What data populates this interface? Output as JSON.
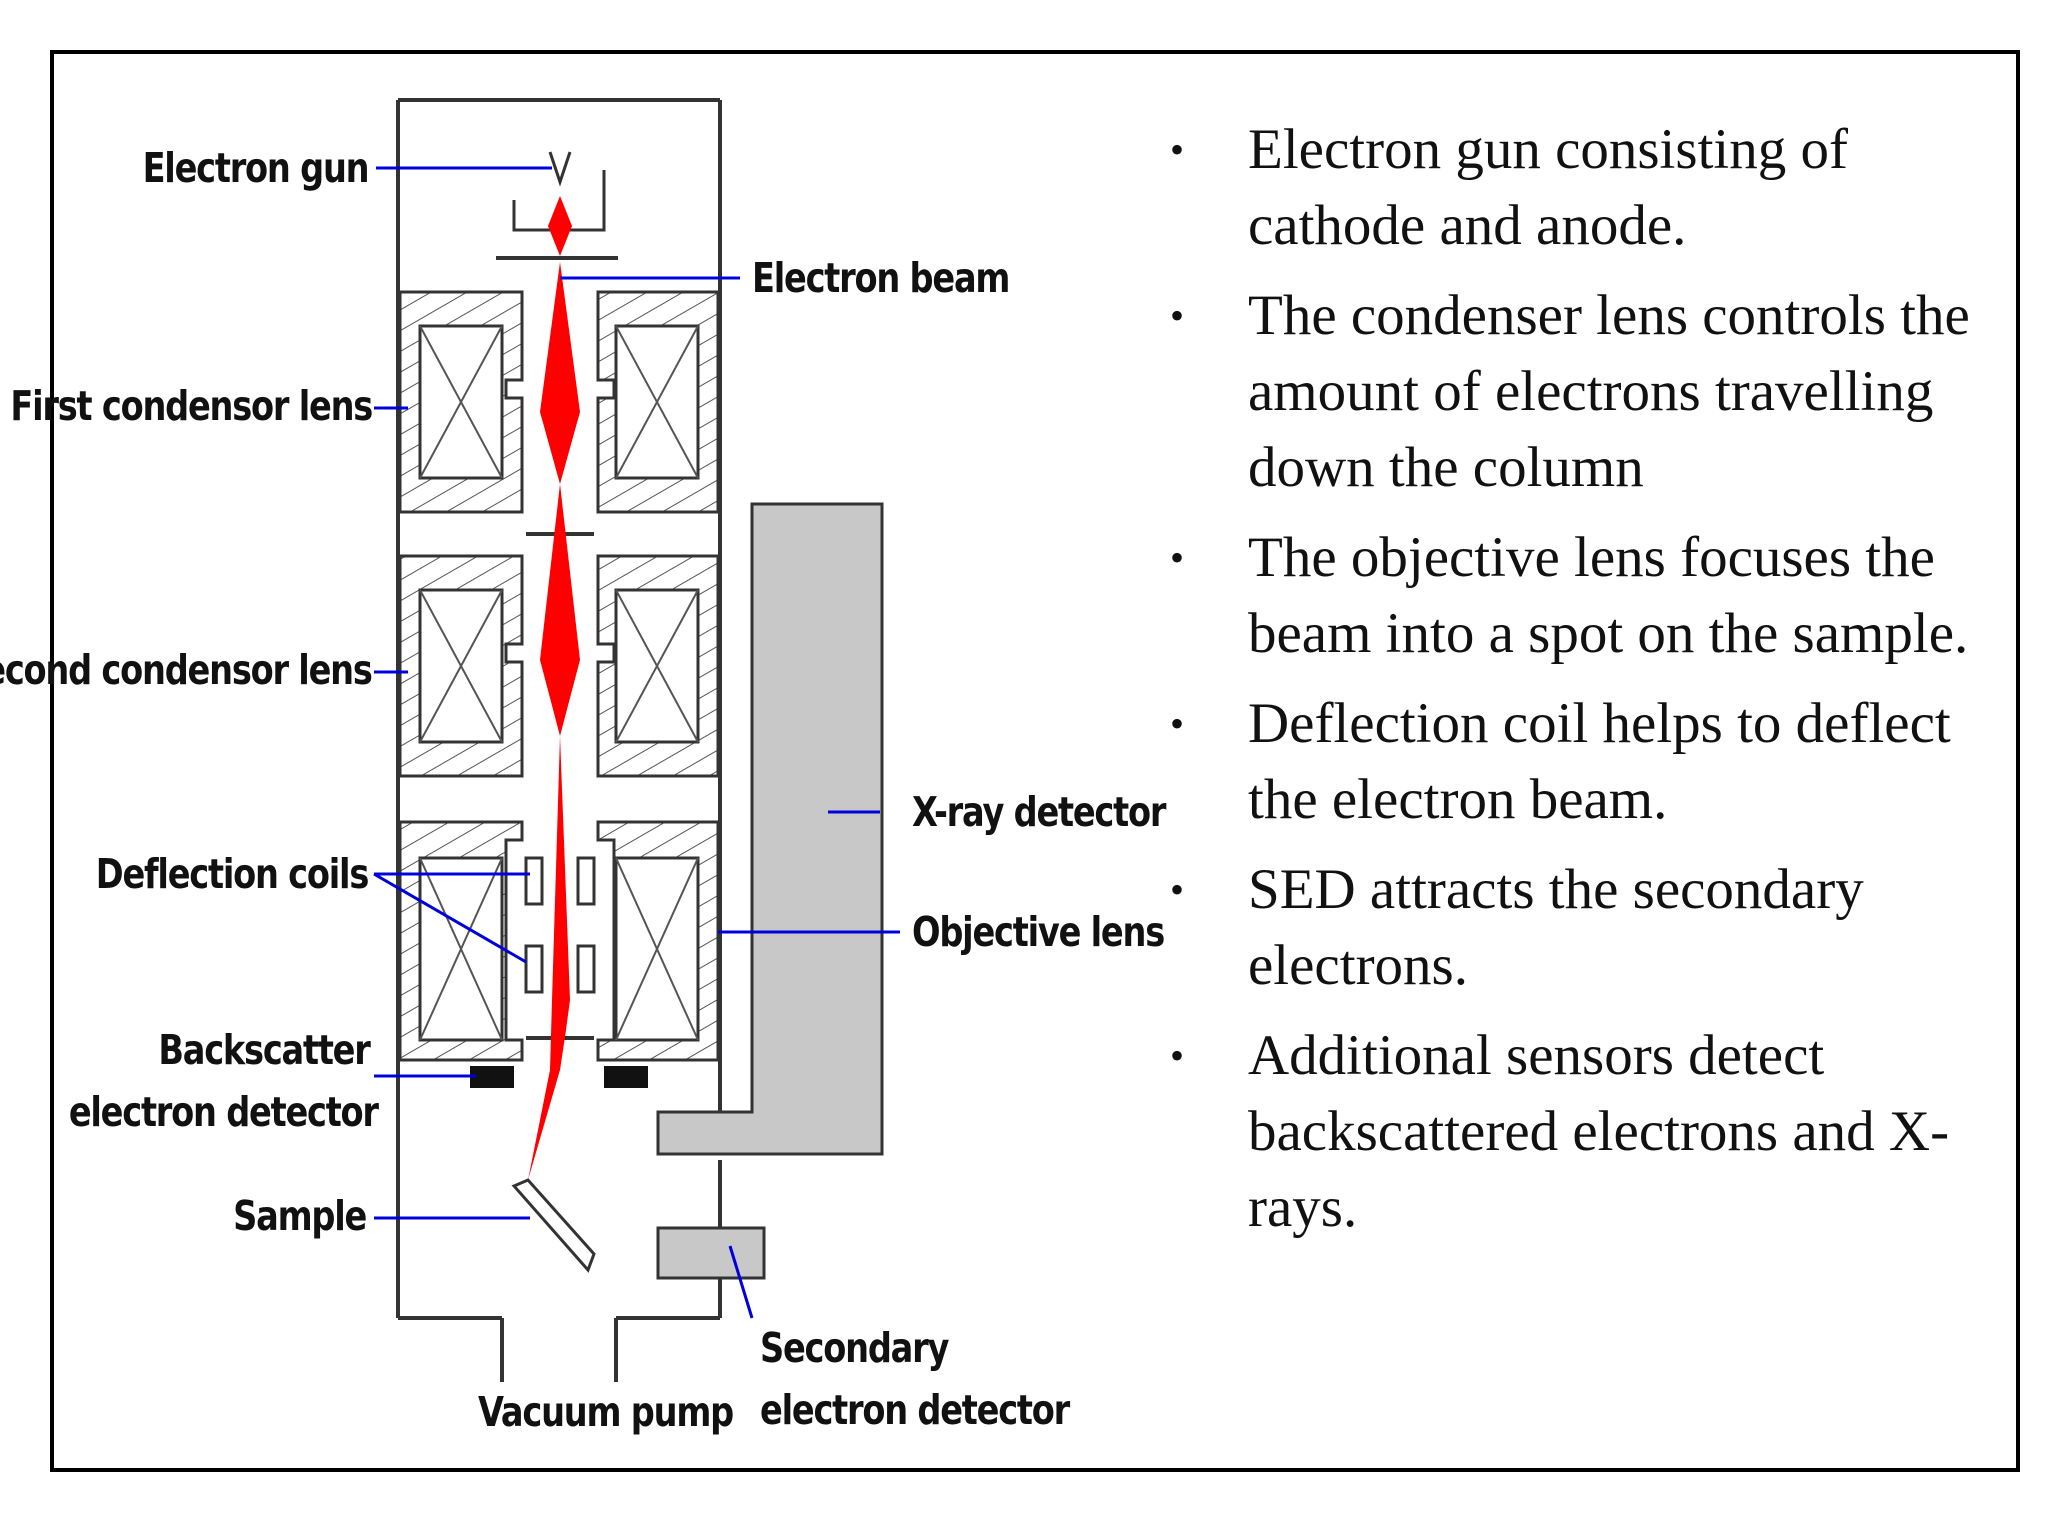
{
  "diagram": {
    "labels": {
      "electron_gun": "Electron gun",
      "electron_beam": "Electron beam",
      "first_condensor_lens": "First condensor lens",
      "second_condensor_lens": "Second condensor lens",
      "deflection_coils": "Deflection coils",
      "backscatter_line1": "Backscatter",
      "backscatter_line2": "electron detector",
      "sample": "Sample",
      "vacuum_pump": "Vacuum pump",
      "xray_detector": "X-ray detector",
      "objective_lens": "Objective lens",
      "secondary_line1": "Secondary",
      "secondary_line2": "electron detector"
    },
    "colors": {
      "beam": "#ff0000",
      "leader": "#0000dd",
      "detector_fill": "#c8c8c8",
      "outline": "#333333",
      "backscatter_block": "#111111"
    }
  },
  "bullets": [
    {
      "text": "Electron gun consisting of cathode and anode."
    },
    {
      "text": "The condenser lens controls the  amount of electrons travelling down the column"
    },
    {
      "text": "The objective lens focuses the beam into a spot on the sample."
    },
    {
      "text": "Deflection coil helps to deflect the electron beam."
    },
    {
      "text": "SED attracts the secondary electrons."
    },
    {
      "text": " Additional sensors detect backscattered electrons and X-rays."
    }
  ],
  "bullet_marker": "•"
}
